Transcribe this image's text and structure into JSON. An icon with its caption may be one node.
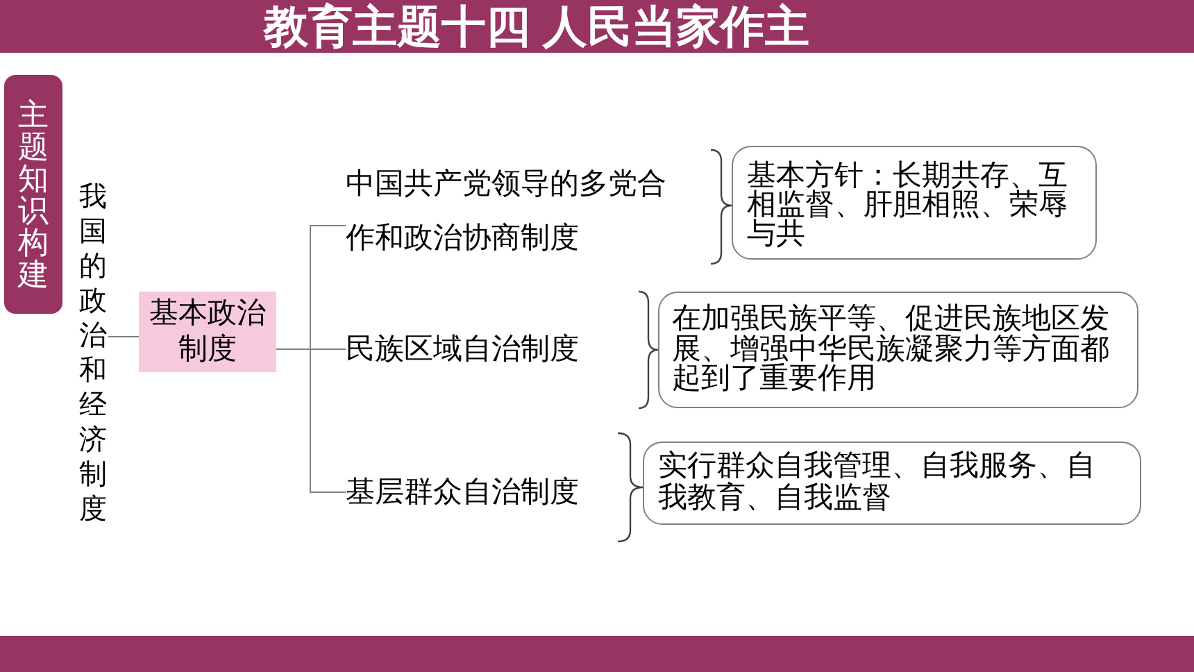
{
  "diagram": {
    "title": "教育主题十四 人民当家作主",
    "nodes": [
      {
        "text": [
          "主题知识构建"
        ]
      },
      {
        "text": [
          "我国的政治和经济制度"
        ]
      },
      {
        "text": [
          "基本政治制度"
        ]
      },
      {
        "text": [
          "中国共产党领导的多党合作和政治协商制度"
        ]
      },
      {
        "text": [
          "民族区域自治制度"
        ]
      },
      {
        "text": [
          "基层群众自治制度"
        ]
      },
      {
        "text": [
          "基本方针：长期共存、互相监督、肝胆相照、荣辱与共"
        ]
      },
      {
        "text": [
          "在加强民族平等、促进民族地区发展、增强中华民族凝聚力等方面都起到了重要作用"
        ]
      },
      {
        "text": [
          "实行群众自我管理、自我服务、自我教育、自我监督"
        ]
      }
    ],
    "edges": [
      {
        "from": 1,
        "to": 2,
        "arrow": "none"
      },
      {
        "from": 2,
        "to": 3,
        "arrow": "none"
      },
      {
        "from": 2,
        "to": 4,
        "arrow": "none"
      },
      {
        "from": 2,
        "to": 5,
        "arrow": "none"
      }
    ]
  }
}
